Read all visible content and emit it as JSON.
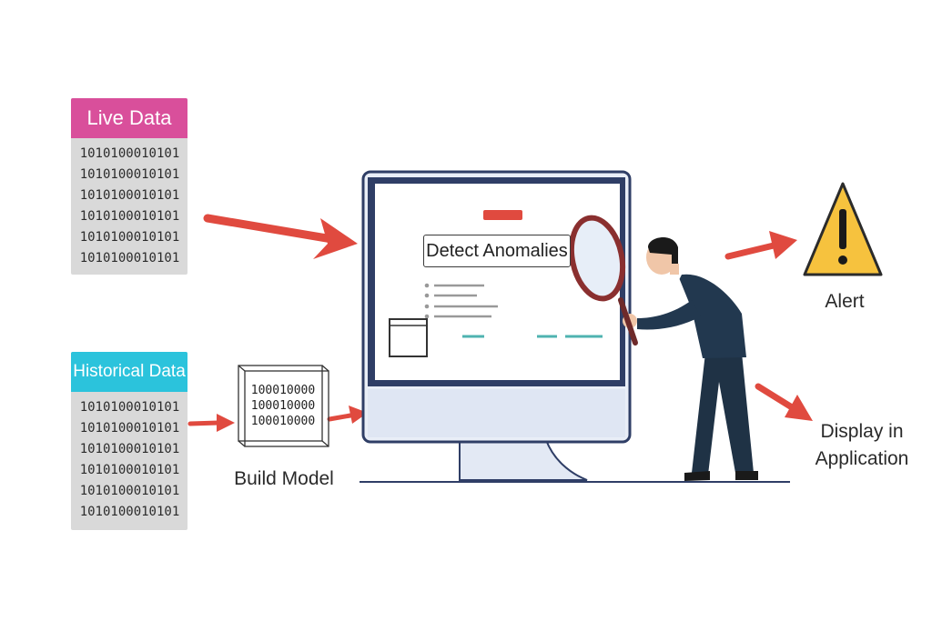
{
  "live_data": {
    "title": "Live Data",
    "lines": [
      "1010100010101",
      "1010100010101",
      "1010100010101",
      "1010100010101",
      "1010100010101",
      "1010100010101"
    ]
  },
  "historical_data": {
    "title": "Historical Data",
    "lines": [
      "1010100010101",
      "1010100010101",
      "1010100010101",
      "1010100010101",
      "1010100010101",
      "1010100010101"
    ]
  },
  "model": {
    "lines": [
      "100010000",
      "100010000",
      "100010000"
    ],
    "label": "Build Model"
  },
  "monitor": {
    "detect_label": "Detect Anomalies"
  },
  "alert": {
    "label": "Alert"
  },
  "display": {
    "label_line1": "Display in",
    "label_line2": "Application"
  },
  "colors": {
    "live_header": "#d94f9b",
    "historical_header": "#2bc3dc",
    "arrow": "#e04a3f",
    "monitor_frame": "#2f3e66",
    "warning": "#f6c23e",
    "teal_line": "#4fb3b0"
  }
}
